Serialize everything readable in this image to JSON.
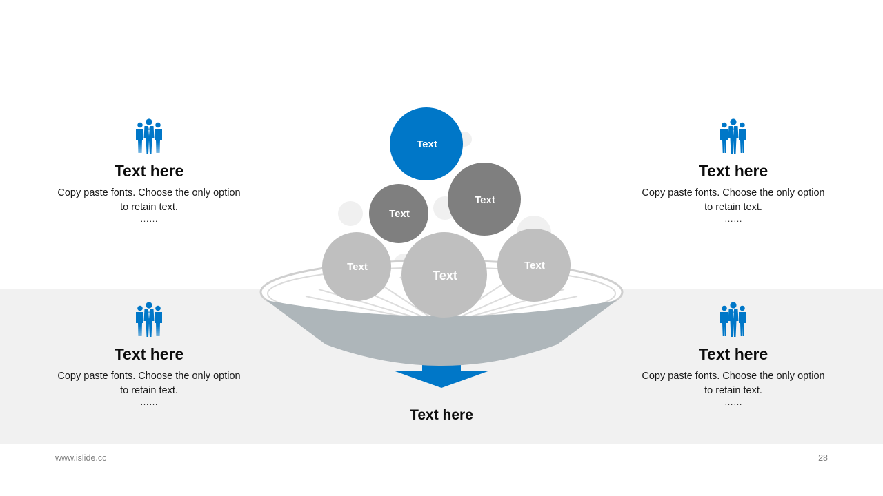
{
  "colors": {
    "accent": "#0077c8",
    "ball_dark": "#7f7f7f",
    "ball_light": "#bfbfbf",
    "bowl": "#aeb6ba",
    "band": "#f1f1f1"
  },
  "cards": [
    {
      "icon": "team-icon",
      "title": "Text here",
      "body": "Copy paste fonts. Choose the only option to retain text.",
      "dots": "……"
    },
    {
      "icon": "team-icon",
      "title": "Text here",
      "body": "Copy paste fonts. Choose the only option to retain text.",
      "dots": "……"
    },
    {
      "icon": "team-icon",
      "title": "Text here",
      "body": "Copy paste fonts. Choose the only option to retain text.",
      "dots": "……"
    },
    {
      "icon": "team-icon",
      "title": "Text here",
      "body": "Copy paste fonts. Choose the only option to retain text.",
      "dots": "……"
    }
  ],
  "diagram": {
    "balls": [
      {
        "label": "Text"
      },
      {
        "label": "Text"
      },
      {
        "label": "Text"
      },
      {
        "label": "Text"
      },
      {
        "label": "Text"
      },
      {
        "label": "Text"
      }
    ],
    "bowl_label": "Text here"
  },
  "footer": {
    "website": "www.islide.cc",
    "page_number": "28"
  }
}
